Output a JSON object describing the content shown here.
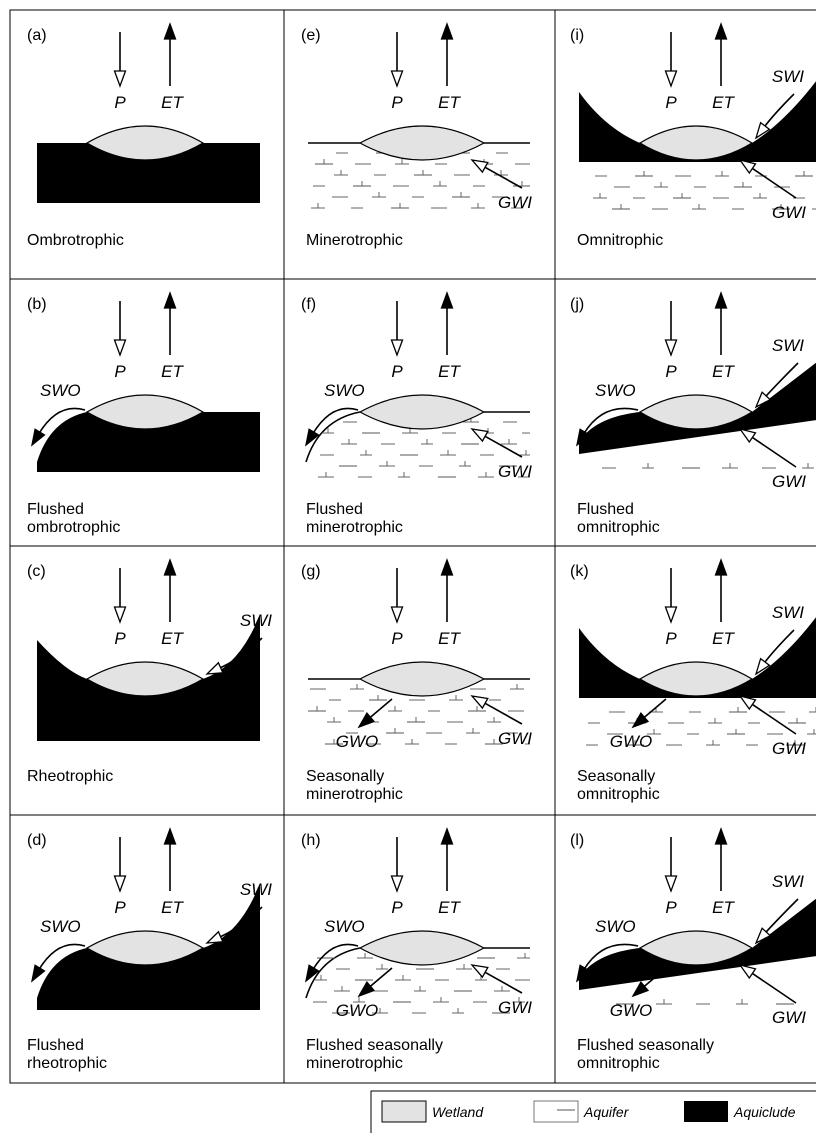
{
  "panels": [
    {
      "id": "a",
      "tag": "(a)",
      "caption": [
        "Ombrotrophic"
      ],
      "P": "P",
      "ET": "ET"
    },
    {
      "id": "b",
      "tag": "(b)",
      "caption": [
        "Flushed",
        "ombrotrophic"
      ],
      "P": "P",
      "ET": "ET",
      "SWO": "SWO"
    },
    {
      "id": "c",
      "tag": "(c)",
      "caption": [
        "Rheotrophic"
      ],
      "P": "P",
      "ET": "ET",
      "SWI": "SWI"
    },
    {
      "id": "d",
      "tag": "(d)",
      "caption": [
        "Flushed",
        "rheotrophic"
      ],
      "P": "P",
      "ET": "ET",
      "SWI": "SWI",
      "SWO": "SWO"
    },
    {
      "id": "e",
      "tag": "(e)",
      "caption": [
        "Minerotrophic"
      ],
      "P": "P",
      "ET": "ET",
      "GWI": "GWI"
    },
    {
      "id": "f",
      "tag": "(f)",
      "caption": [
        "Flushed",
        "minerotrophic"
      ],
      "P": "P",
      "ET": "ET",
      "GWI": "GWI",
      "SWO": "SWO"
    },
    {
      "id": "g",
      "tag": "(g)",
      "caption": [
        "Seasonally",
        "minerotrophic"
      ],
      "P": "P",
      "ET": "ET",
      "GWI": "GWI",
      "GWO": "GWO"
    },
    {
      "id": "h",
      "tag": "(h)",
      "caption": [
        "Flushed seasonally",
        "minerotrophic"
      ],
      "P": "P",
      "ET": "ET",
      "GWI": "GWI",
      "GWO": "GWO",
      "SWO": "SWO"
    },
    {
      "id": "i",
      "tag": "(i)",
      "caption": [
        "Omnitrophic"
      ],
      "P": "P",
      "ET": "ET",
      "SWI": "SWI",
      "GWI": "GWI"
    },
    {
      "id": "j",
      "tag": "(j)",
      "caption": [
        "Flushed",
        "omnitrophic"
      ],
      "P": "P",
      "ET": "ET",
      "SWI": "SWI",
      "GWI": "GWI",
      "SWO": "SWO"
    },
    {
      "id": "k",
      "tag": "(k)",
      "caption": [
        "Seasonally",
        "omnitrophic"
      ],
      "P": "P",
      "ET": "ET",
      "SWI": "SWI",
      "GWI": "GWI",
      "GWO": "GWO"
    },
    {
      "id": "l",
      "tag": "(l)",
      "caption": [
        "Flushed seasonally",
        "omnitrophic"
      ],
      "P": "P",
      "ET": "ET",
      "SWI": "SWI",
      "GWI": "GWI",
      "GWO": "GWO",
      "SWO": "SWO"
    }
  ],
  "legend": {
    "wetland": "Wetland",
    "aquifer": "Aquifer",
    "aquiclude": "Aquiclude"
  },
  "colors": {
    "wetland": "#e3e3e3",
    "aquiclude": "#000000",
    "line": "#000000",
    "background": "#ffffff"
  }
}
